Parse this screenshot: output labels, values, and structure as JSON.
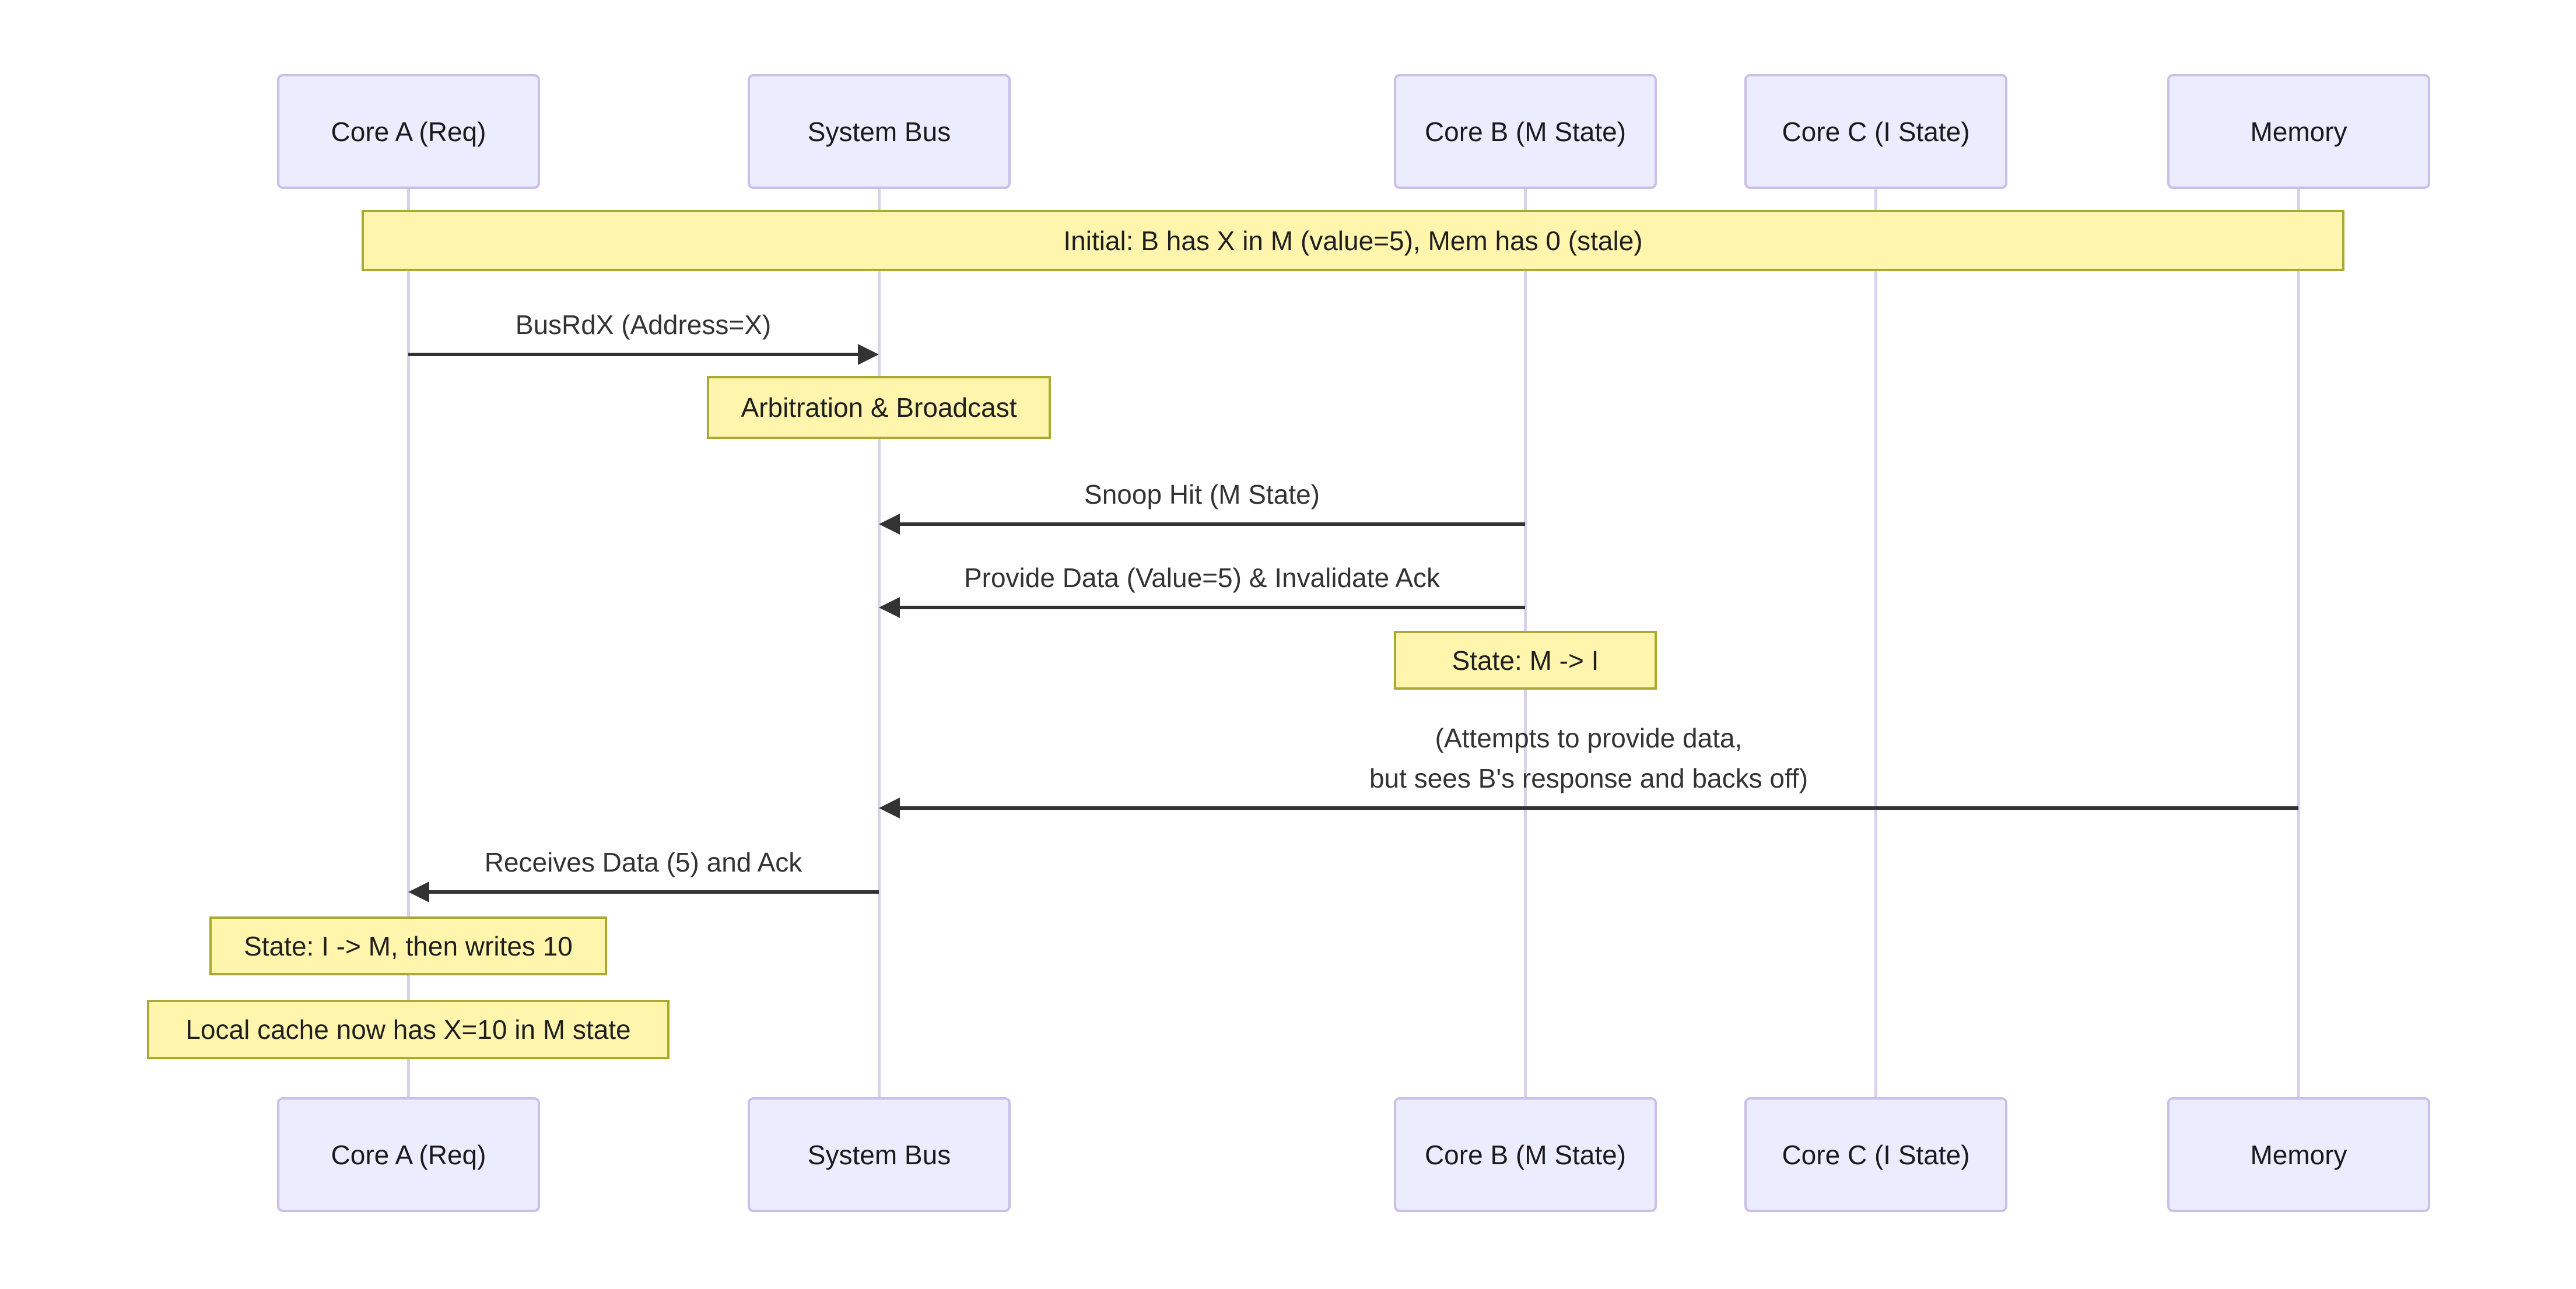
{
  "diagram": {
    "title_hint": "MESI cache coherence sequence diagram",
    "colors": {
      "actor_fill": "#ECECFF",
      "actor_border": "#c9bfe8",
      "note_fill": "#fff5ad",
      "note_border": "#aaaa33",
      "lifeline": "#d8d1ec",
      "line": "#333333",
      "text": "#333333"
    },
    "participants": [
      {
        "label": "Core A (Req)"
      },
      {
        "label": "System Bus"
      },
      {
        "label": "Core B (M State)"
      },
      {
        "label": "Core C (I State)"
      },
      {
        "label": "Memory"
      }
    ],
    "notes": [
      {
        "text": "Initial: B has X in M (value=5), Mem has 0 (stale)",
        "over": "Core A (Req), System Bus, Core B (M State), Core C (I State), Memory"
      },
      {
        "text": "Arbitration & Broadcast",
        "over": "System Bus"
      },
      {
        "text": "State: M -> I",
        "over": "Core B (M State)"
      },
      {
        "text": "State: I -> M, then writes 10",
        "over": "Core A (Req)"
      },
      {
        "text": "Local cache now has X=10 in M state",
        "over": "Core A (Req)"
      }
    ],
    "messages": [
      {
        "text": "BusRdX (Address=X)",
        "from": "Core A (Req)",
        "to": "System Bus"
      },
      {
        "text": "Snoop Hit (M State)",
        "from": "Core B (M State)",
        "to": "System Bus"
      },
      {
        "text": "Provide Data (Value=5) & Invalidate Ack",
        "from": "Core B (M State)",
        "to": "System Bus"
      },
      {
        "text": "(Attempts to provide data,\nbut sees B's response and backs off)",
        "from": "Memory",
        "to": "System Bus"
      },
      {
        "text": "Receives Data (5) and Ack",
        "from": "System Bus",
        "to": "Core A (Req)"
      }
    ]
  }
}
